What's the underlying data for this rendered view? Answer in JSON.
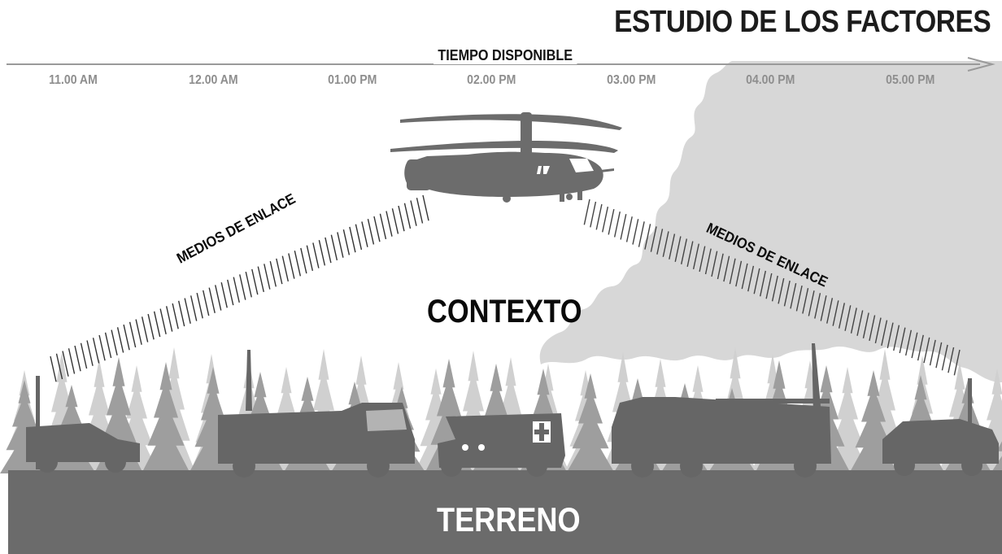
{
  "title": "ESTUDIO DE LOS FACTORES",
  "timeline": {
    "label": "TIEMPO DISPONIBLE",
    "ticks": [
      "11.00 AM",
      "12.00 AM",
      "01.00 PM",
      "02.00 PM",
      "03.00 PM",
      "04.00 PM",
      "05.00 PM"
    ]
  },
  "context_label": "CONTEXTO",
  "terrain_label": "TERRENO",
  "links": {
    "left": "MEDIOS DE ENLACE",
    "right": "MEDIOS DE ENLACE"
  },
  "icons": [
    "helicopter-icon",
    "jeep-icon",
    "command-truck-icon",
    "ambulance-icon",
    "fire-truck-icon",
    "pickup-icon",
    "forest-icon",
    "smoke-icon"
  ],
  "colors": {
    "ground": "#6b6b6b",
    "vehicles": "#666666",
    "trees_back": "#cfcfcf",
    "trees_front": "#9a9a9a",
    "smoke": "#d6d6d6",
    "tick_text": "#8e8e8e",
    "timeline": "#999999"
  }
}
